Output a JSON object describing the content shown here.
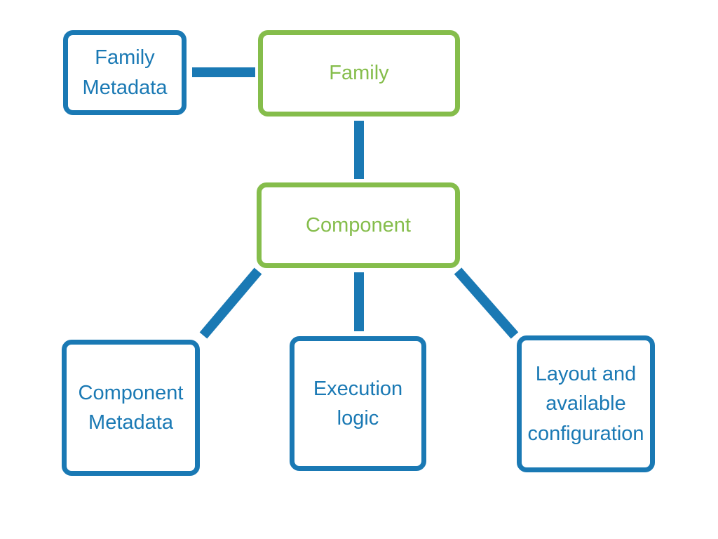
{
  "diagram": {
    "nodes": [
      {
        "id": "family-metadata",
        "label": "Family\nMetadata",
        "color_role": "blue"
      },
      {
        "id": "family",
        "label": "Family",
        "color_role": "green"
      },
      {
        "id": "component",
        "label": "Component",
        "color_role": "green"
      },
      {
        "id": "component-metadata",
        "label": "Component\nMetadata",
        "color_role": "blue"
      },
      {
        "id": "execution-logic",
        "label": "Execution\nlogic",
        "color_role": "blue"
      },
      {
        "id": "layout-configuration",
        "label": "Layout and\navailable\nconfiguration",
        "color_role": "blue"
      }
    ],
    "edges": [
      {
        "from": "family-metadata",
        "to": "family"
      },
      {
        "from": "family",
        "to": "component"
      },
      {
        "from": "component",
        "to": "component-metadata"
      },
      {
        "from": "component",
        "to": "execution-logic"
      },
      {
        "from": "component",
        "to": "layout-configuration"
      }
    ]
  },
  "colors": {
    "node_blue": "#1a79b4",
    "node_green": "#85bd4b",
    "connector": "#1a79b4",
    "background": "#ffffff"
  }
}
